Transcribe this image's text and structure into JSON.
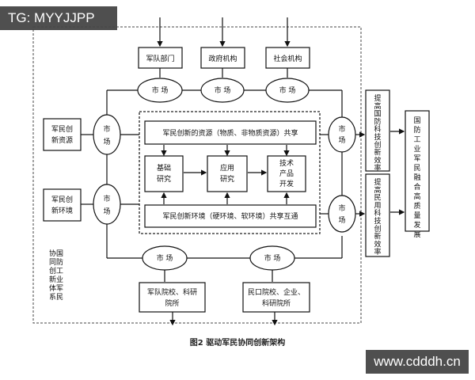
{
  "watermark_top": "TG: MYYJJPP",
  "watermark_bottom": "www.cdddh.cn",
  "caption": "图2 驱动军民协同创新架构",
  "top_boxes": [
    "军队部门",
    "政府机构",
    "社会机构"
  ],
  "market_label": "市 场",
  "left_boxes": [
    [
      "军民创",
      "新资源"
    ],
    [
      "军民创",
      "新环境"
    ]
  ],
  "system_label": [
    "协国",
    "同防",
    "创工",
    "新业",
    "体军",
    "系民"
  ],
  "inner_top": "军民创新的资源（物质、非物质资源）共享",
  "inner_bottom": "军民创新环境（硬环境、软环境）共享互通",
  "inner_boxes": [
    [
      "基础",
      "研究"
    ],
    [
      "应用",
      "研究"
    ],
    [
      "技术",
      "产品",
      "开发"
    ]
  ],
  "bottom_boxes": [
    [
      "军队院校、科研",
      "院所"
    ],
    [
      "民口院校、企业、",
      "科研院所"
    ]
  ],
  "right_vertical_1": "提高国防科技创新效率",
  "right_vertical_2": "提高民用科技创新效率",
  "final_box": "国防工业军民融合高质量发展"
}
